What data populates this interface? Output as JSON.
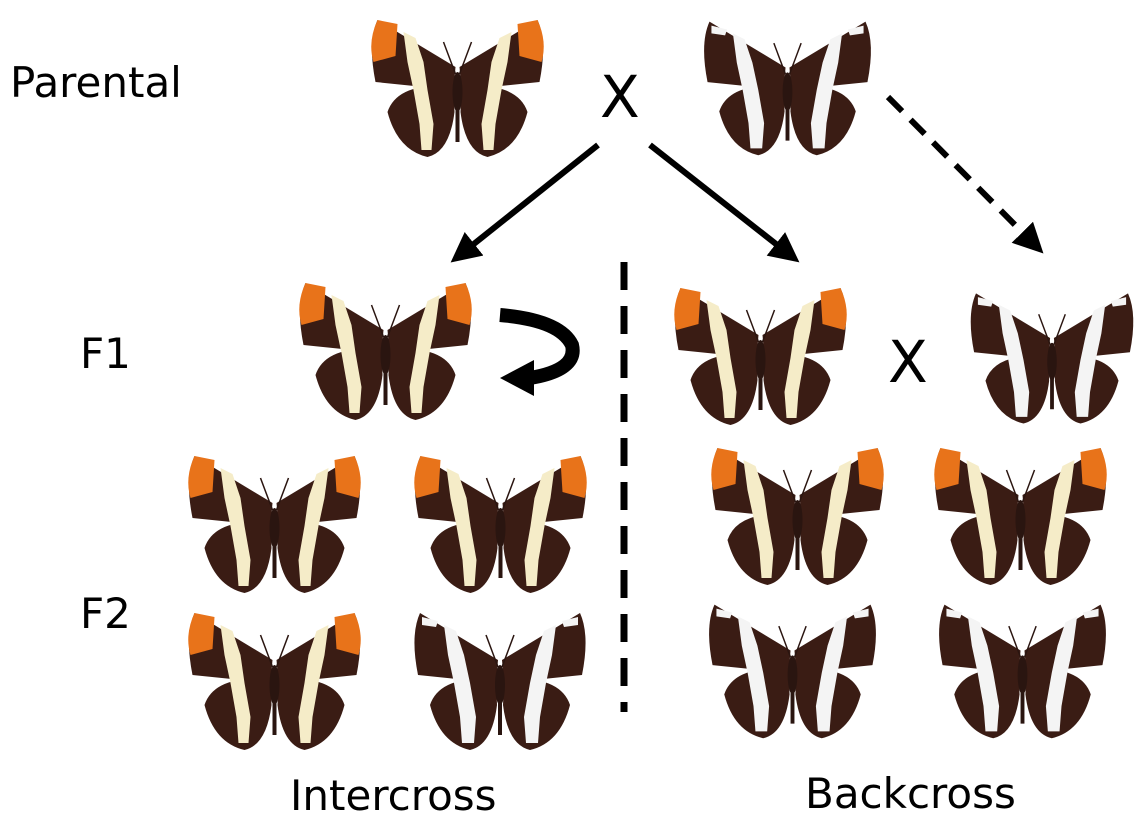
{
  "labels": {
    "parental": "Parental",
    "f1": "F1",
    "f2": "F2",
    "intercross": "Intercross",
    "backcross": "Backcross",
    "cross_symbol": "X"
  },
  "colors": {
    "body": "#2a1510",
    "wing": "#3a1c14",
    "band_cream": "#f5ecc8",
    "band_white": "#f4f4f4",
    "orange_tip": "#e8731a",
    "arrow": "#000000"
  },
  "butterflies": {
    "parental": [
      "orange-tipped",
      "white-banded"
    ],
    "f1_intercross": [
      "orange-tipped"
    ],
    "f1_backcross": [
      "orange-tipped",
      "white-banded"
    ],
    "f2_intercross": [
      "orange-tipped",
      "orange-tipped",
      "orange-tipped",
      "white-banded"
    ],
    "f2_backcross": [
      "orange-tipped",
      "orange-tipped",
      "white-banded",
      "white-banded"
    ]
  }
}
